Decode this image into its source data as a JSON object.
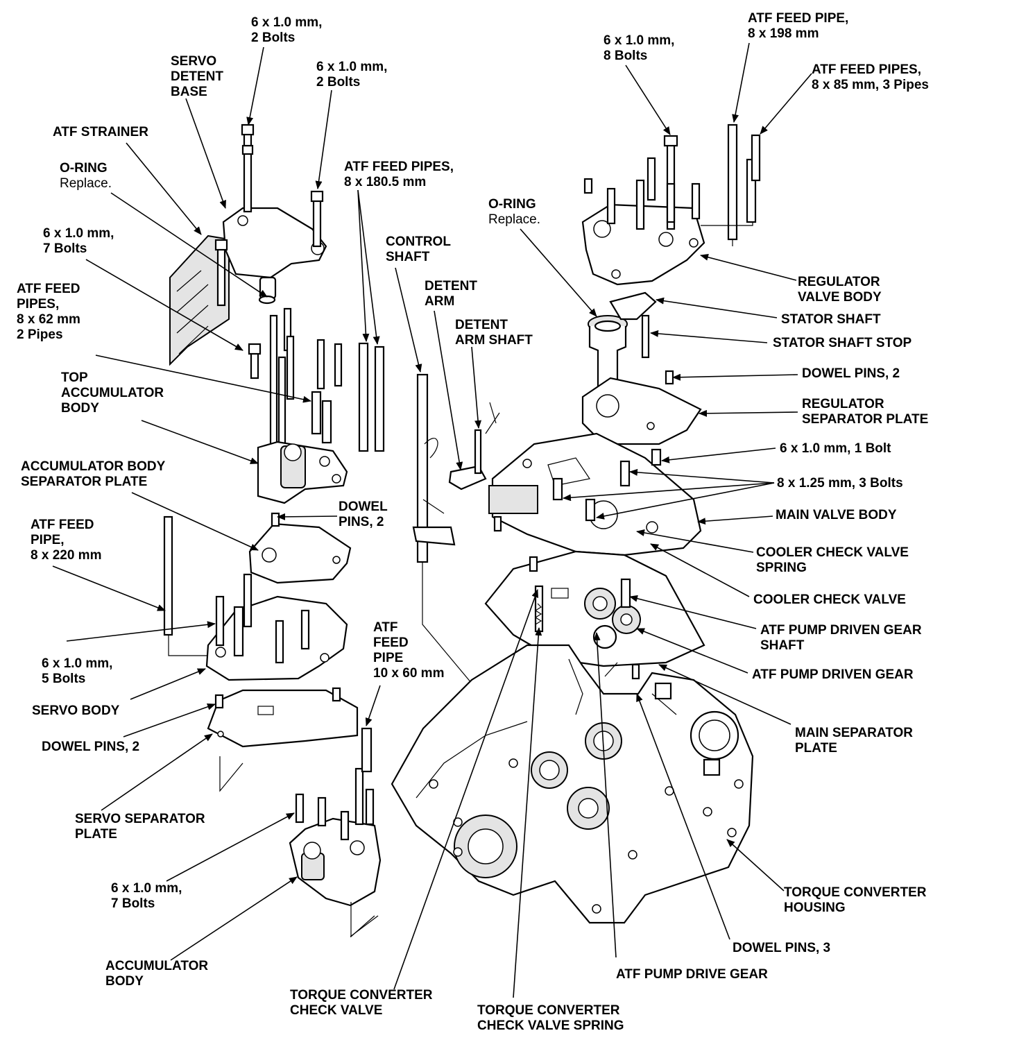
{
  "labels": {
    "bolt_top_left": [
      "6 x 1.0 mm,",
      "2 Bolts"
    ],
    "servo_detent_base": [
      "SERVO",
      "DETENT",
      "BASE"
    ],
    "bolt_top_mid": [
      "6 x 1.0 mm,",
      "2 Bolts"
    ],
    "atf_strainer": [
      "ATF STRAINER"
    ],
    "oring_left": {
      "title": "O-RING",
      "note": "Replace."
    },
    "bolt_7_upper": [
      "6 x 1.0 mm,",
      "7 Bolts"
    ],
    "feed_pipes_62": [
      "ATF FEED",
      "PIPES,",
      "8 x 62 mm",
      "2 Pipes"
    ],
    "top_accumulator": [
      "TOP",
      "ACCUMULATOR",
      "BODY"
    ],
    "accum_sep_plate": [
      "ACCUMULATOR BODY",
      "SEPARATOR PLATE"
    ],
    "feed_pipe_220": [
      "ATF FEED",
      "PIPE,",
      "8 x 220 mm"
    ],
    "bolt_5": [
      "6 x 1.0 mm,",
      "5 Bolts"
    ],
    "servo_body": [
      "SERVO BODY"
    ],
    "dowel_pins_2_left": [
      "DOWEL PINS, 2"
    ],
    "servo_sep_plate": [
      "SERVO SEPARATOR",
      "PLATE"
    ],
    "bolt_7_lower": [
      "6 x 1.0 mm,",
      "7 Bolts"
    ],
    "accumulator_body": [
      "ACCUMULATOR",
      "BODY"
    ],
    "feed_pipes_180": [
      "ATF FEED PIPES,",
      "8 x 180.5 mm"
    ],
    "control_shaft": [
      "CONTROL",
      "SHAFT"
    ],
    "detent_arm": [
      "DETENT",
      "ARM"
    ],
    "detent_arm_shaft": [
      "DETENT",
      "ARM SHAFT"
    ],
    "dowel_pins_2_mid": [
      "DOWEL",
      "PINS, 2"
    ],
    "feed_pipe_10x60": [
      "ATF",
      "FEED",
      "PIPE",
      "10 x 60 mm"
    ],
    "tc_check_valve": [
      "TORQUE CONVERTER",
      "CHECK VALVE"
    ],
    "tc_check_spring": [
      "TORQUE CONVERTER",
      "CHECK VALVE SPRING"
    ],
    "bolt_8_right": [
      "6 x 1.0 mm,",
      "8 Bolts"
    ],
    "feed_pipe_198": [
      "ATF FEED PIPE,",
      "8 x 198 mm"
    ],
    "feed_pipes_85": [
      "ATF FEED PIPES,",
      "8 x 85 mm, 3 Pipes"
    ],
    "oring_right": {
      "title": "O-RING",
      "note": "Replace."
    },
    "regulator_valve": [
      "REGULATOR",
      "VALVE BODY"
    ],
    "stator_shaft": [
      "STATOR SHAFT"
    ],
    "stator_shaft_stop": [
      "STATOR SHAFT STOP"
    ],
    "dowel_pins_2_right": [
      "DOWEL PINS, 2"
    ],
    "regulator_sep": [
      "REGULATOR",
      "SEPARATOR PLATE"
    ],
    "bolt_1": [
      "6 x 1.0 mm, 1 Bolt"
    ],
    "bolt_3": [
      "8 x 1.25 mm, 3 Bolts"
    ],
    "main_valve_body": [
      "MAIN VALVE BODY"
    ],
    "cooler_spring": [
      "COOLER CHECK VALVE",
      "SPRING"
    ],
    "cooler_valve": [
      "COOLER CHECK VALVE"
    ],
    "pump_gear_shaft": [
      "ATF PUMP DRIVEN GEAR",
      "SHAFT"
    ],
    "pump_driven_gear": [
      "ATF PUMP DRIVEN GEAR"
    ],
    "main_sep_plate": [
      "MAIN SEPARATOR",
      "PLATE"
    ],
    "tc_housing": [
      "TORQUE CONVERTER",
      "HOUSING"
    ],
    "dowel_pins_3": [
      "DOWEL PINS, 3"
    ],
    "pump_drive_gear": [
      "ATF PUMP DRIVE GEAR"
    ]
  }
}
